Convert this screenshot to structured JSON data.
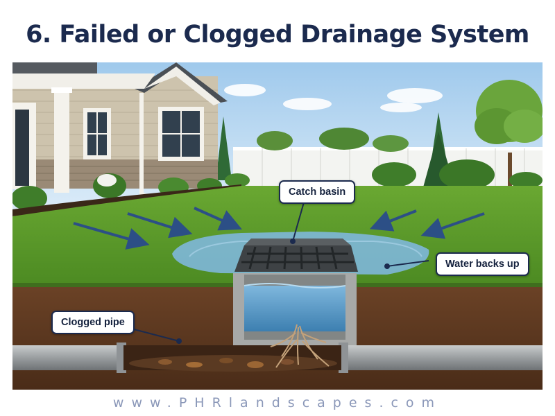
{
  "title": "6. Failed or Clogged Drainage System",
  "callouts": {
    "catch_basin": "Catch basin",
    "water_backs_up": "Water backs up",
    "clogged_pipe": "Clogged pipe"
  },
  "footer": "www.PHRlandscapes.com",
  "colors": {
    "title": "#1b2a4e",
    "arrow": "#2c4f86",
    "grass": "#5b9a2c",
    "water": "#7eb6d6",
    "soil": "#5a3620"
  }
}
